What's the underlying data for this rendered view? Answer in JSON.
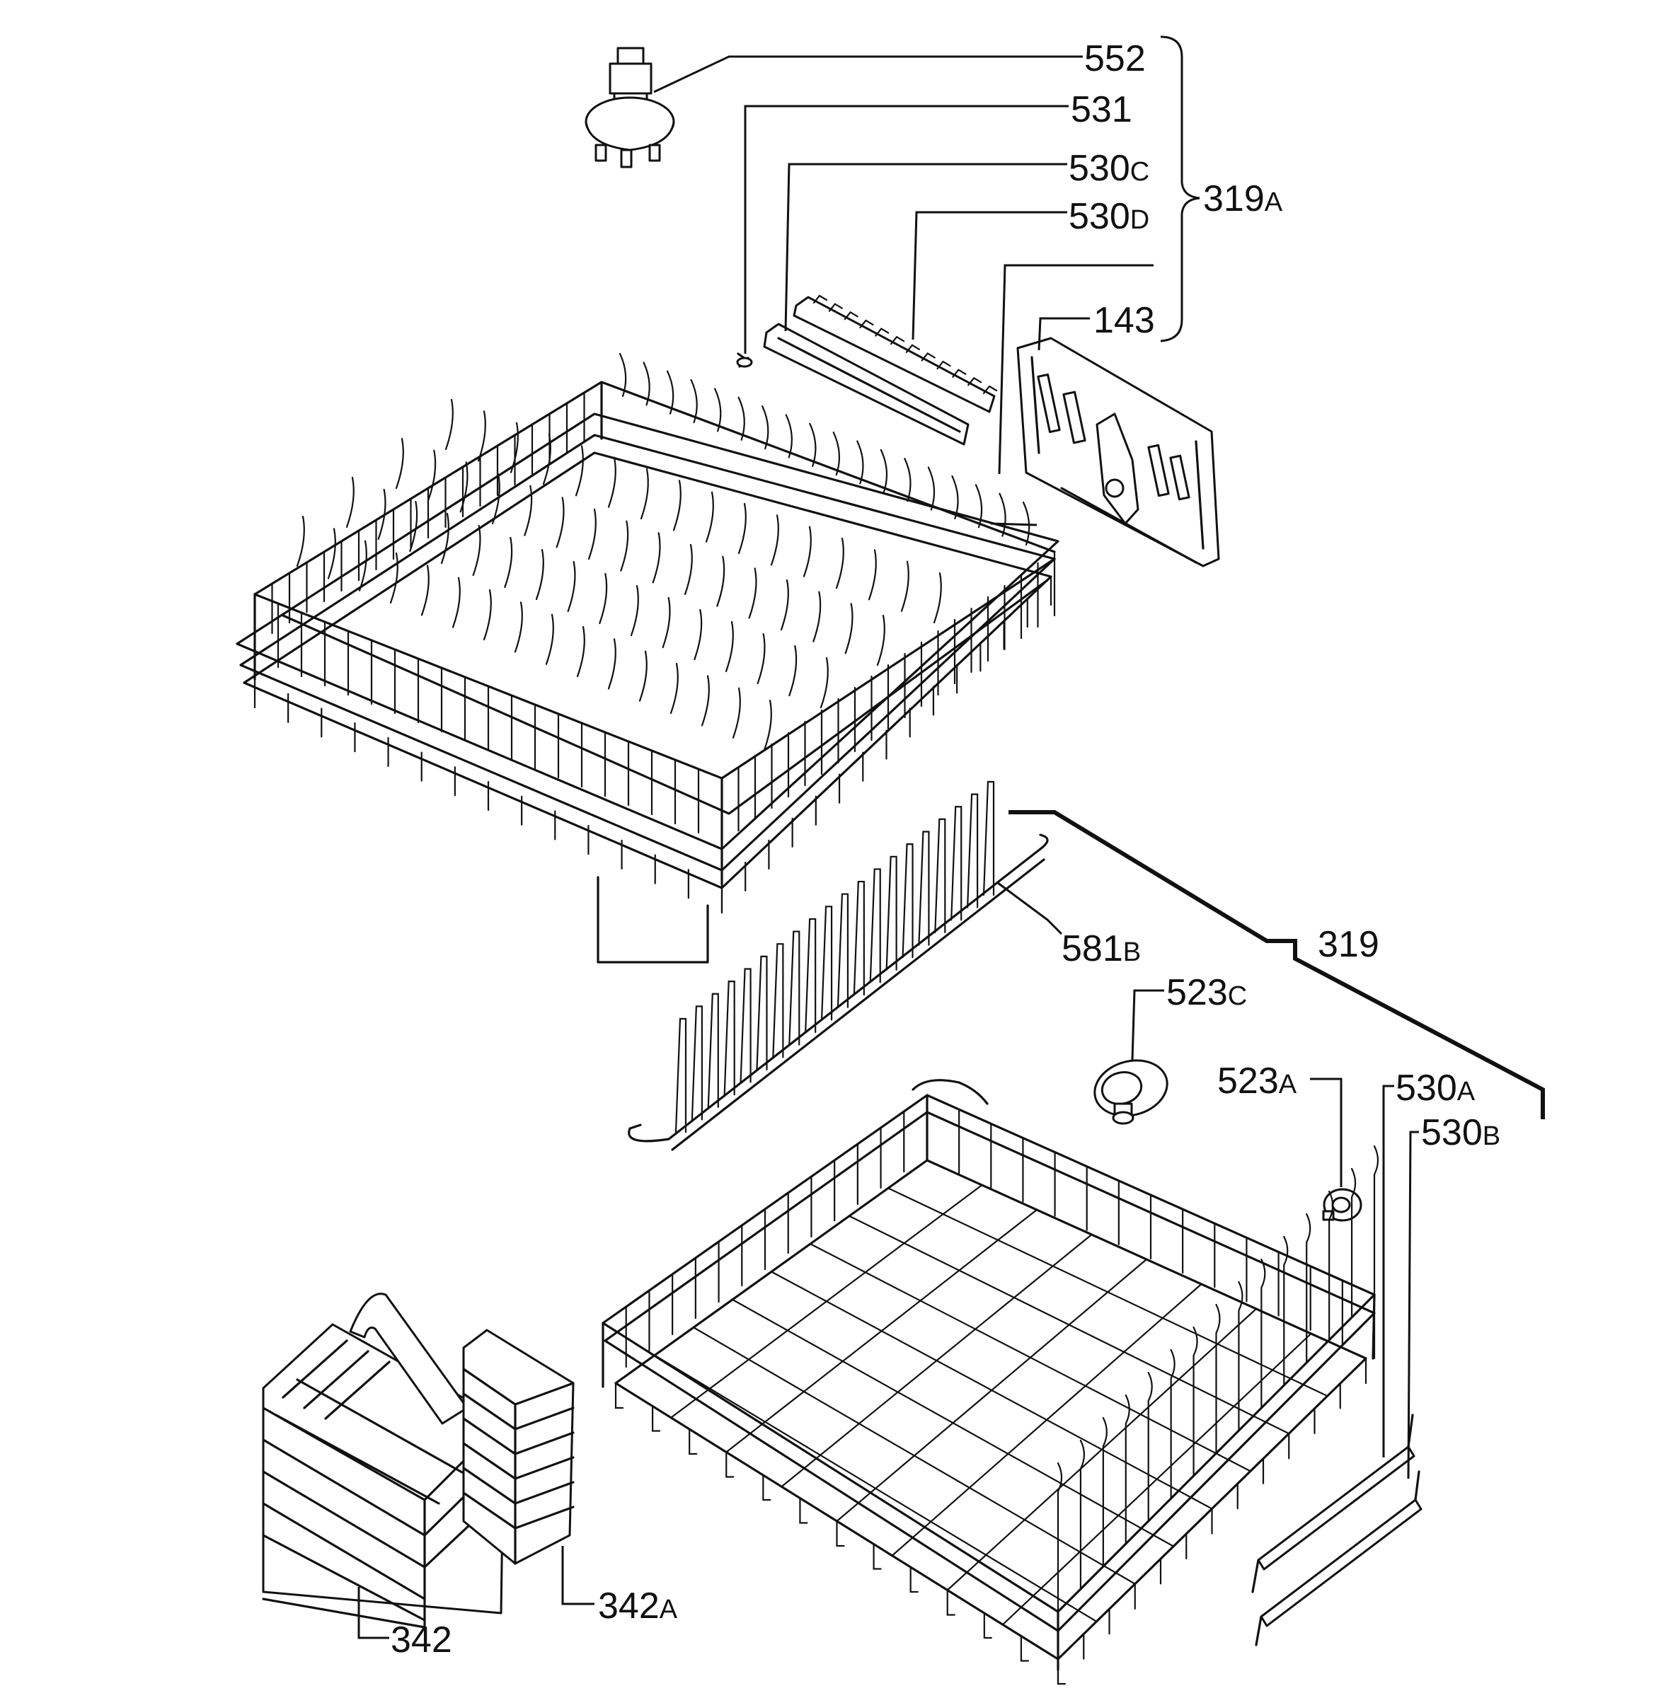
{
  "callouts": {
    "p552": "552",
    "p531": "531",
    "p530c_num": "530",
    "p530c_suf": "C",
    "p530d_num": "530",
    "p530d_suf": "D",
    "p319a_num": "319",
    "p319a_suf": "A",
    "p143": "143",
    "p581b_num": "581",
    "p581b_suf": "B",
    "p319": "319",
    "p523c_num": "523",
    "p523c_suf": "C",
    "p523a_num": "523",
    "p523a_suf": "A",
    "p530a_num": "530",
    "p530a_suf": "A",
    "p530b_num": "530",
    "p530b_suf": "B",
    "p342a_num": "342",
    "p342a_suf": "A",
    "p342": "342"
  }
}
